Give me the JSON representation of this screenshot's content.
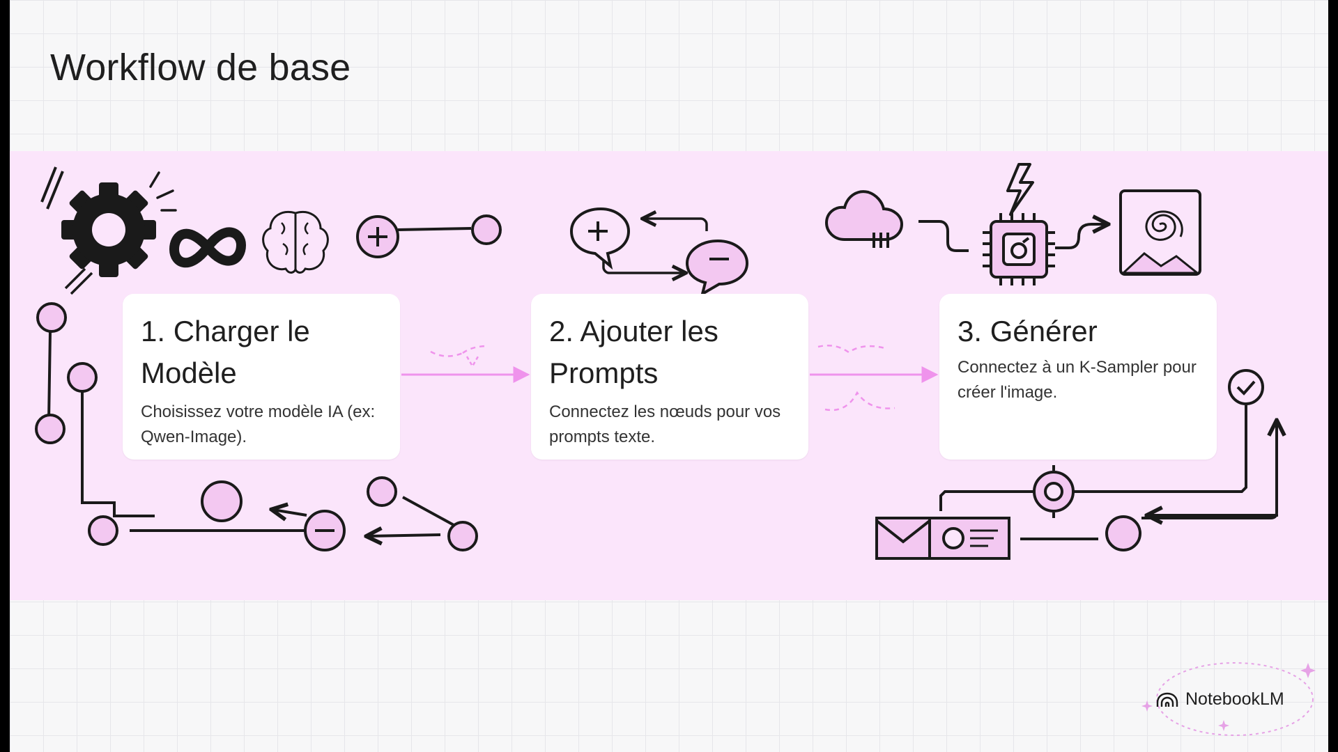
{
  "title": "Workflow de base",
  "steps": [
    {
      "title": "1. Charger le Modèle",
      "description": "Choisissez votre modèle IA (ex: Qwen-Image)."
    },
    {
      "title": "2. Ajouter les Prompts",
      "description": "Connectez les nœuds pour vos prompts texte."
    },
    {
      "title": "3. Générer",
      "description": "Connectez à un K-Sampler pour créer l'image."
    }
  ],
  "brand": {
    "name": "NotebookLM",
    "icon": "notebooklm-logo-icon"
  },
  "colors": {
    "band": "#fbe5fb",
    "accent": "#e6a2e6",
    "ink": "#1a1a1a",
    "fill": "#f3c8f1"
  },
  "icons": [
    "gear-icon",
    "infinity-icon",
    "brain-icon",
    "add-node-icon",
    "speech-bubble-plus-icon",
    "speech-bubble-minus-icon",
    "cloud-icon",
    "lightning-icon",
    "chip-icon",
    "image-icon",
    "check-circle-icon",
    "envelope-icon",
    "id-card-icon",
    "target-icon"
  ]
}
